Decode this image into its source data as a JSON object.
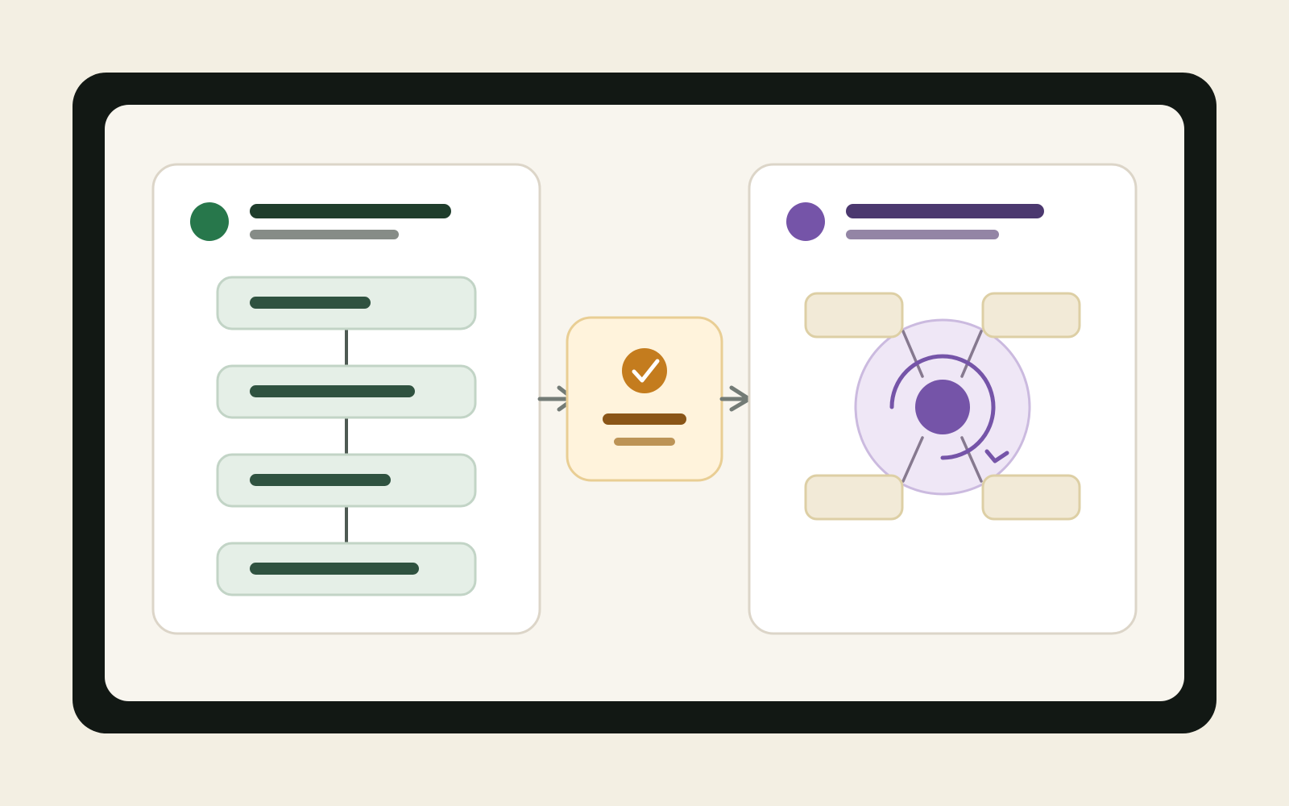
{
  "colors": {
    "page_background": "#f3efe3",
    "device_bezel": "#121814",
    "screen_background": "#f8f5ee",
    "card_background": "#ffffff",
    "card_border": "#dcd5c8",
    "connector_arrow": "#737b76",
    "left_accent": "#27774b",
    "left_title_bar": "#1f3d2c",
    "left_subtitle_bar": "#868c87",
    "step_fill": "#e5efe7",
    "step_border": "#c2d4c6",
    "step_text_bar": "#2f5240",
    "step_link": "#4e5a53",
    "center_fill": "#fff3dc",
    "center_border": "#e9ce94",
    "center_badge": "#c47c1e",
    "center_title_bar": "#8a5517",
    "center_subtitle_bar": "#bc9356",
    "right_accent": "#7554a8",
    "right_title_bar": "#4b386f",
    "right_subtitle_bar": "#9385a5",
    "hub_fill": "#efe7f6",
    "hub_border": "#cbbadf",
    "hub_stroke": "#7554a8",
    "hub_spoke": "#86798f",
    "satellite_fill": "#f2ead7",
    "satellite_border": "#ddcfa5"
  },
  "icons": {
    "left_header": "green-status-dot",
    "center_badge": "check-badge",
    "right_header": "purple-status-dot",
    "hub": "cycle-refresh"
  },
  "diagram": {
    "left_panel": {
      "step_count": 4
    },
    "right_panel": {
      "satellite_count": 4
    }
  }
}
